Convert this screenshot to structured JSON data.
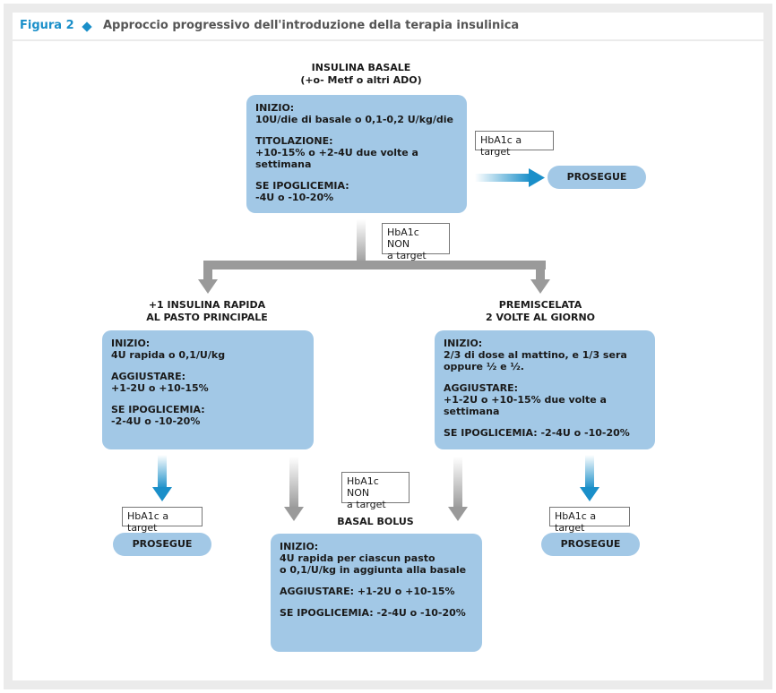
{
  "figure": {
    "label": "Figura 2",
    "title": "Approccio progressivo dell'introduzione della terapia insulinica"
  },
  "top": {
    "heading": "INSULINA BASALE\n(+o- Metf o altri ADO)",
    "box": [
      "INIZIO:\n10U/die di basale o 0,1-0,2 U/kg/die",
      "TITOLAZIONE:\n+10-15% o +2-4U due volte a settimana",
      "SE IPOGLICEMIA:\n-4U o -10-20%"
    ],
    "target_note": "HbA1c a target",
    "outcome": "PROSEGUE",
    "non_target_note": "HbA1c NON\na target"
  },
  "left": {
    "heading": "+1 INSULINA RAPIDA\nAL PASTO PRINCIPALE",
    "box": [
      "INIZIO:\n4U rapida o 0,1/U/kg",
      "AGGIUSTARE:\n+1-2U o +10-15%",
      "SE IPOGLICEMIA:\n-2-4U o -10-20%"
    ],
    "target_note": "HbA1c a target",
    "outcome": "PROSEGUE"
  },
  "right": {
    "heading": "PREMISCELATA\n2 VOLTE AL GIORNO",
    "box": [
      "INIZIO:\n2/3 di dose al mattino, e 1/3 sera\noppure ½ e ½.",
      "AGGIUSTARE:\n+1-2U o +10-15% due volte a settimana",
      "SE IPOGLICEMIA: -2-4U o -10-20%"
    ],
    "target_note": "HbA1c a target",
    "outcome": "PROSEGUE"
  },
  "bottom": {
    "non_target_note": "HbA1c NON\na target",
    "heading": "BASAL BOLUS",
    "box": [
      "INIZIO:\n4U rapida per ciascun pasto\no 0,1/U/kg in aggiunta alla basale",
      "AGGIUSTARE: +1-2U o +10-15%",
      "SE IPOGLICEMIA: -2-4U o -10-20%"
    ]
  },
  "colors": {
    "accent": "#1a8fc9",
    "box": "#a2c8e6",
    "arrow_grey": "#999999",
    "arrow_blue": "#1a8fc9"
  }
}
